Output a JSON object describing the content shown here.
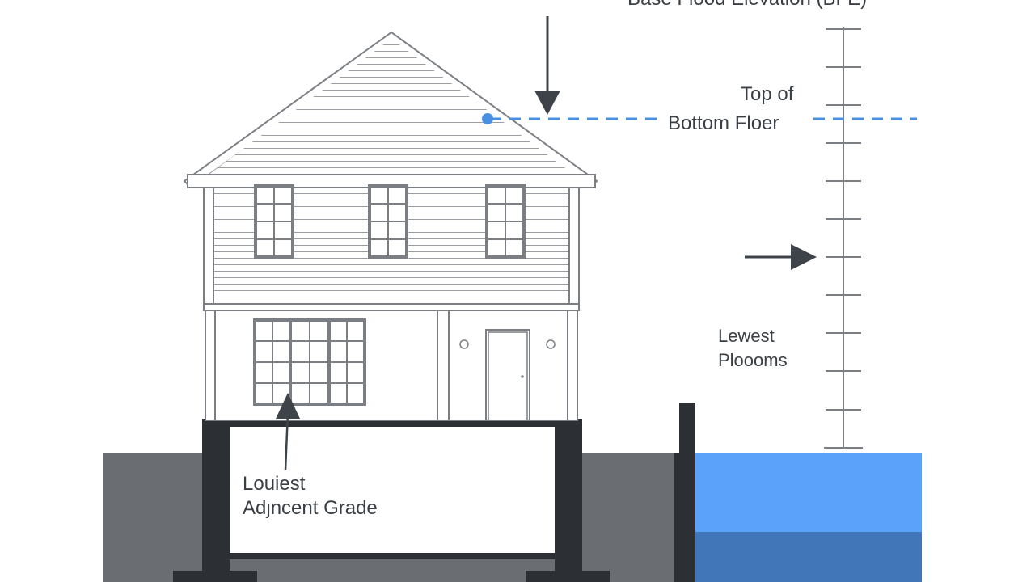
{
  "labels": {
    "base_flood_elevation": "Base Flood Elevation (BFE)",
    "top_of": "Top of",
    "bottom_floor": "Bottom Floer",
    "lowest_line1": "Lewest",
    "lowest_line2": "Ploooms",
    "grade_line1": "Louiest",
    "grade_line2": "Adȷncent Grade"
  },
  "colors": {
    "ground": "#6a6d71",
    "foundation": "#2c3035",
    "water_light": "#5aa2fa",
    "water_dark": "#4176b8",
    "dashed_line": "#4a90e2",
    "outline": "#7b7f84",
    "arrow": "#3e4349"
  },
  "icons": {
    "down_arrow": "arrow-down-icon",
    "right_arrow": "arrow-right-icon",
    "up_arrow": "arrow-up-icon"
  }
}
